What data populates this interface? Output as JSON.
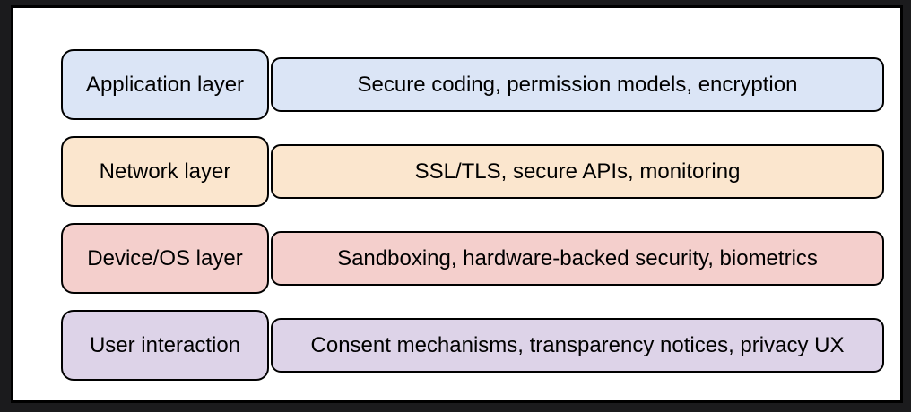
{
  "canvas": {
    "background_color": "#1b1b1d",
    "frame_color": "#ffffff",
    "frame_border_color": "#000000",
    "text_color": "#000000"
  },
  "diagram": {
    "type": "layered-stack",
    "rows": [
      {
        "label": "Application layer",
        "detail": "Secure coding, permission models, encryption",
        "fill": "#dbe5f6"
      },
      {
        "label": "Network layer",
        "detail": "SSL/TLS, secure APIs, monitoring",
        "fill": "#fbe6ce"
      },
      {
        "label": "Device/OS layer",
        "detail": "Sandboxing, hardware-backed security, biometrics",
        "fill": "#f4cfcc"
      },
      {
        "label": "User interaction",
        "detail": "Consent mechanisms, transparency notices, privacy UX",
        "fill": "#ddd3e8"
      }
    ]
  }
}
